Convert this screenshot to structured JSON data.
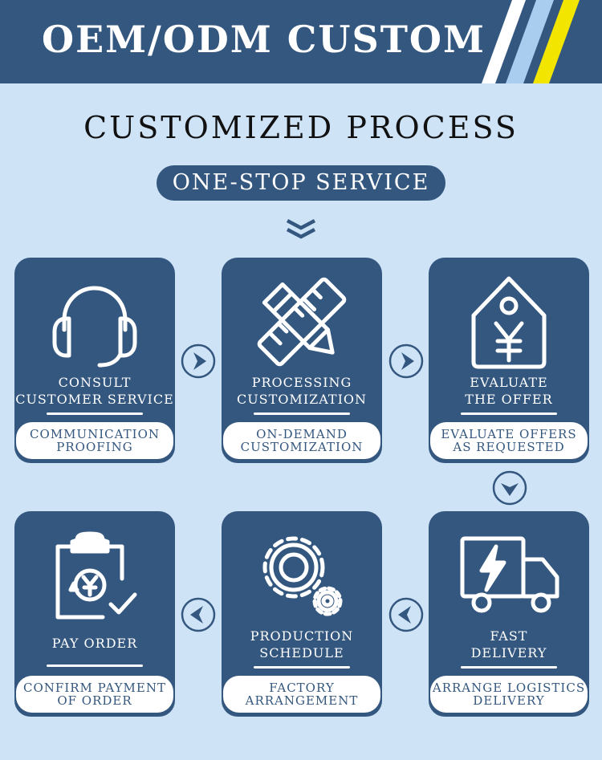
{
  "header": {
    "title": "OEM/ODM CUSTOM"
  },
  "main": {
    "title": "CUSTOMIZED PROCESS",
    "pill": "ONE-STOP SERVICE"
  },
  "cards": [
    {
      "title1": "CONSULT",
      "title2": "CUSTOMER SERVICE",
      "sub1": "COMMUNICATION",
      "sub2": "PROOFING",
      "icon": "headset-icon"
    },
    {
      "title1": "PROCESSING",
      "title2": "CUSTOMIZATION",
      "sub1": "ON-DEMAND",
      "sub2": "CUSTOMIZATION",
      "icon": "pencil-ruler-icon"
    },
    {
      "title1": "EVALUATE",
      "title2": "THE OFFER",
      "sub1": "EVALUATE OFFERS",
      "sub2": "AS REQUESTED",
      "icon": "price-tag-yen-icon"
    },
    {
      "title1": "",
      "title2": "PAY ORDER",
      "sub1": "CONFIRM PAYMENT",
      "sub2": "OF ORDER",
      "icon": "clipboard-payment-icon"
    },
    {
      "title1": "PRODUCTION",
      "title2": "SCHEDULE",
      "sub1": "FACTORY",
      "sub2": "ARRANGEMENT",
      "icon": "gears-icon"
    },
    {
      "title1": "FAST",
      "title2": "DELIVERY",
      "sub1": "ARRANGE LOGISTICS",
      "sub2": "DELIVERY",
      "icon": "delivery-truck-icon"
    }
  ],
  "colors": {
    "brand": "#34577f",
    "background": "#cfe3f7",
    "accent_yellow": "#f2e600",
    "accent_light_blue": "#a9cdef"
  }
}
